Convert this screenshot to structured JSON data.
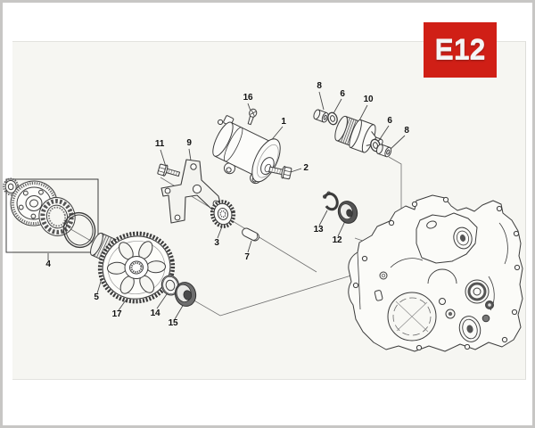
{
  "badge": {
    "code": "E12"
  },
  "diagram": {
    "callouts": [
      {
        "label": "16"
      },
      {
        "label": "1"
      },
      {
        "label": "2"
      },
      {
        "label": "8"
      },
      {
        "label": "6"
      },
      {
        "label": "10"
      },
      {
        "label": "6"
      },
      {
        "label": "8"
      },
      {
        "label": "11"
      },
      {
        "label": "9"
      },
      {
        "label": "3"
      },
      {
        "label": "7"
      },
      {
        "label": "13"
      },
      {
        "label": "12"
      },
      {
        "label": "4"
      },
      {
        "label": "5"
      },
      {
        "label": "17"
      },
      {
        "label": "14"
      },
      {
        "label": "15"
      }
    ]
  },
  "colors": {
    "badge_red": "#d01f16",
    "line_art": "#3c3c3c",
    "drawing_background": "#f6f6f2",
    "page_background": "#ffffff"
  }
}
